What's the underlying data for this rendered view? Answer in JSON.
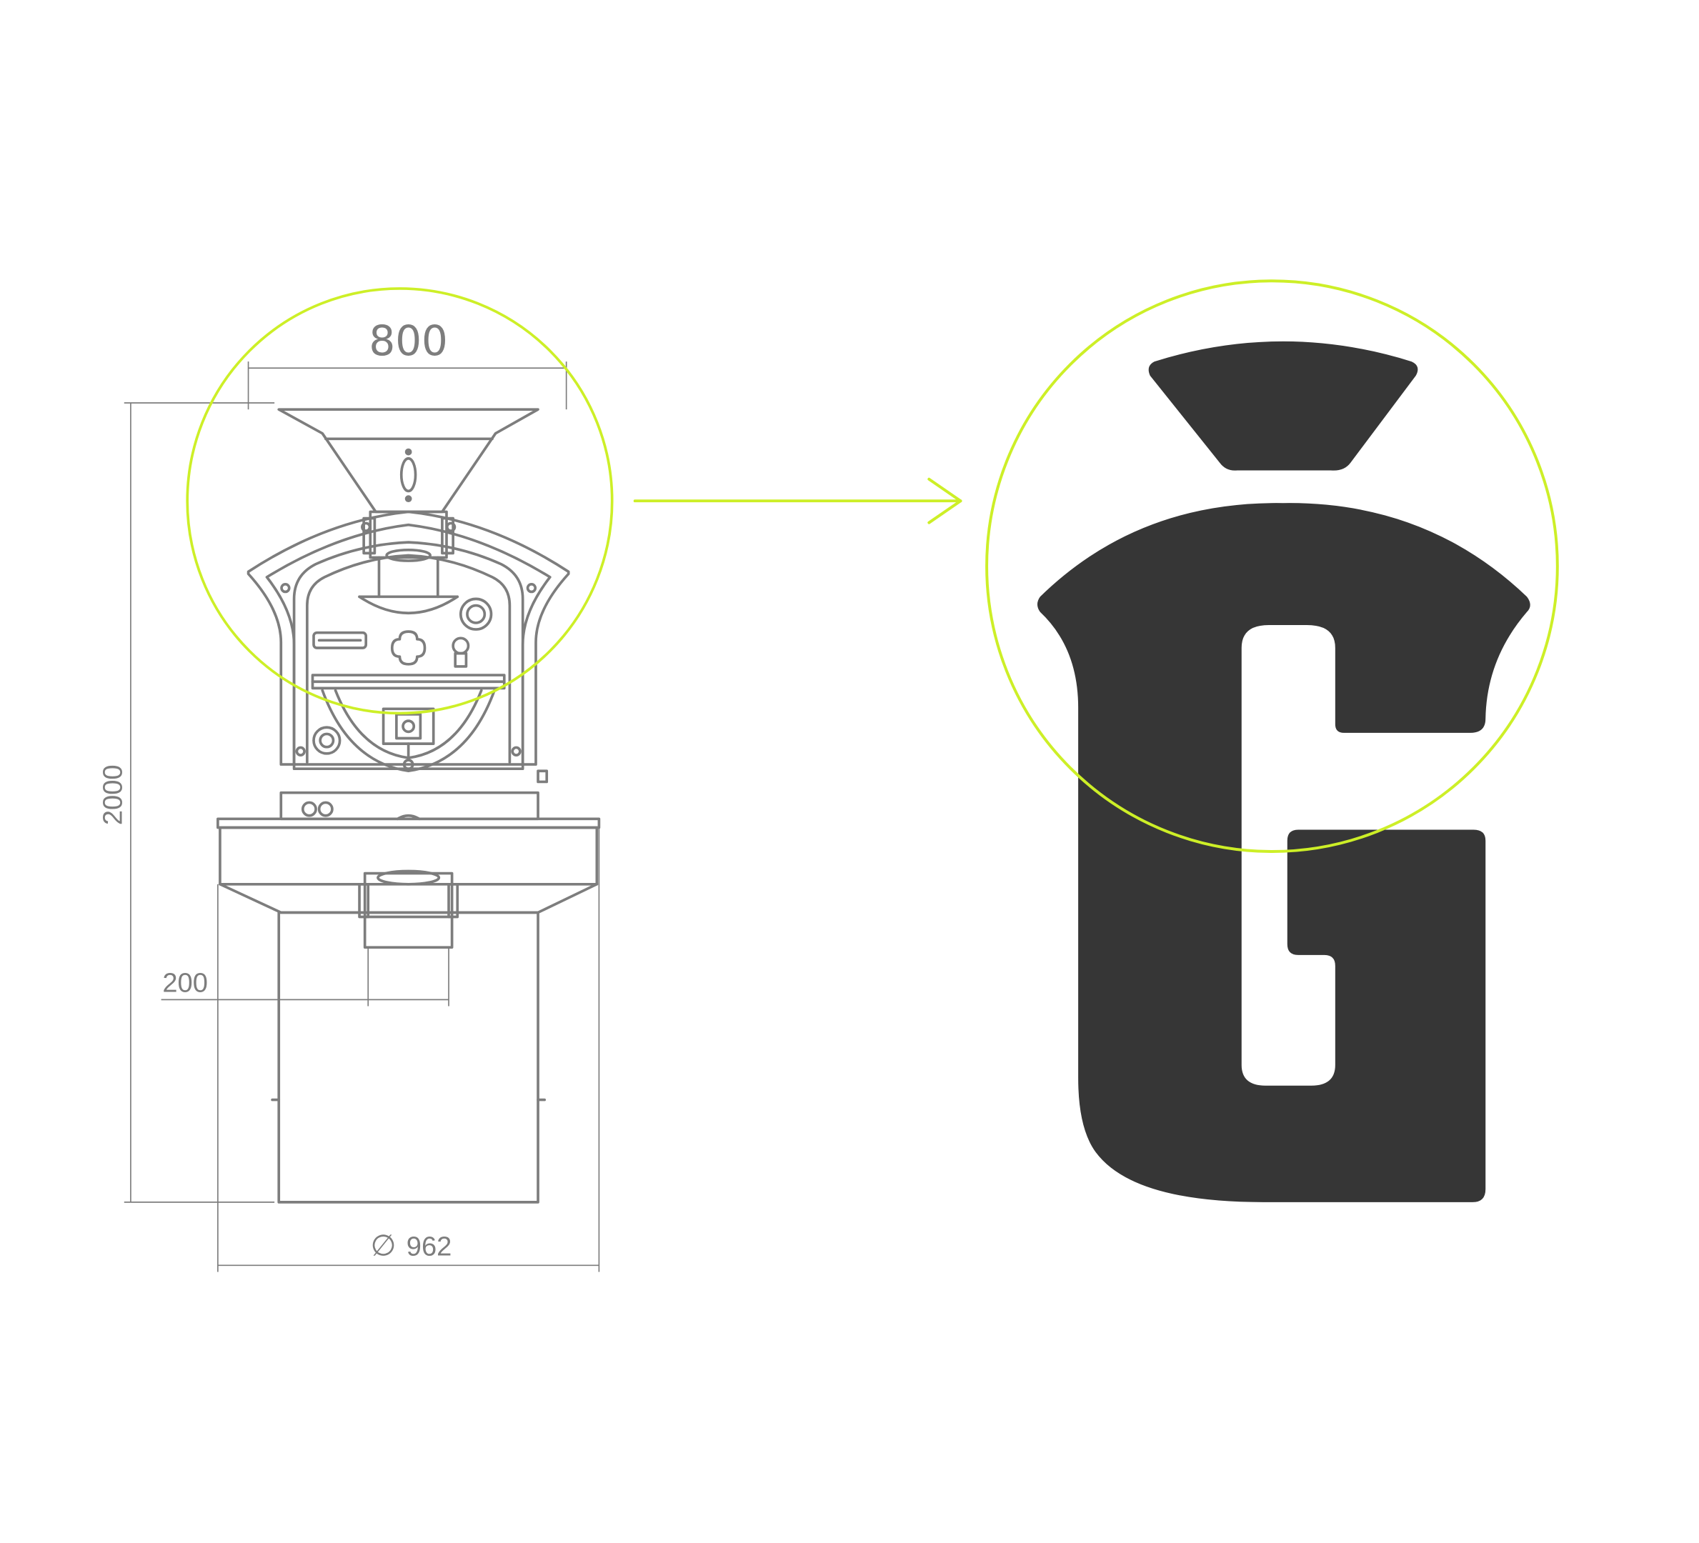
{
  "colors": {
    "line": "#7d7d7d",
    "accent": "#cdef27",
    "logo": "#363636",
    "background": "#ffffff"
  },
  "dimensions": {
    "hopper_width": "800",
    "total_height": "2000",
    "outlet_width": "200",
    "base_diameter": "962",
    "diameter_symbol": "∅"
  },
  "icons": {
    "arrow": "arrow-right-icon",
    "logo": "logo-g-mark-icon"
  }
}
